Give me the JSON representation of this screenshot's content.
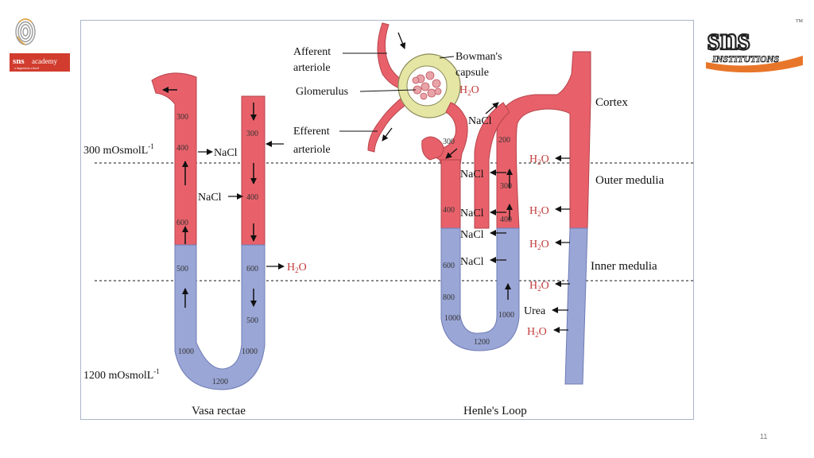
{
  "header": {
    "left_logo": {
      "brand": "sns",
      "name": "academy",
      "tagline": "a tingenious school"
    },
    "right_logo": {
      "brand": "sns",
      "name": "INSTITUTIONS",
      "mark": "TM"
    }
  },
  "diagram": {
    "vasa_rectae": {
      "caption": "Vasa rectae",
      "level_300": "300 mOsmolL",
      "level_1200": "1200 mOsmolL",
      "exponent": "-1",
      "ascending_values": [
        "300",
        "400",
        "600",
        "500",
        "1000"
      ],
      "descending_values": [
        "300",
        "400",
        "600",
        "500",
        "1000"
      ],
      "bottom_value": "1200",
      "nacl_1": "NaCl",
      "nacl_2": "NaCl",
      "h2o_h": "H",
      "h2o_2": "2",
      "h2o_o": "O"
    },
    "nephron": {
      "caption": "Henle's Loop",
      "afferent": [
        "Afferent",
        "arteriole"
      ],
      "glomerulus": "Glomerulus",
      "efferent": [
        "Efferent",
        "arteriole"
      ],
      "bowman": [
        "Bowman's",
        "capsule"
      ],
      "descending_values": [
        "300",
        "400",
        "600",
        "800",
        "1000"
      ],
      "ascending_values": [
        "200",
        "300",
        "400",
        "1000"
      ],
      "bottom_value": "1200",
      "nacl": "NaCl",
      "urea": "Urea",
      "h2o_h": "H",
      "h2o_2": "2",
      "h2o_o": "O"
    },
    "zones": {
      "cortex": "Cortex",
      "outer": "Outer medulia",
      "inner": "Inner medulia"
    },
    "colors": {
      "red": "#e8616a",
      "blue": "#9aa6d6",
      "capsule": "#e5e6a4"
    }
  },
  "footer": {
    "page_number": "11"
  }
}
